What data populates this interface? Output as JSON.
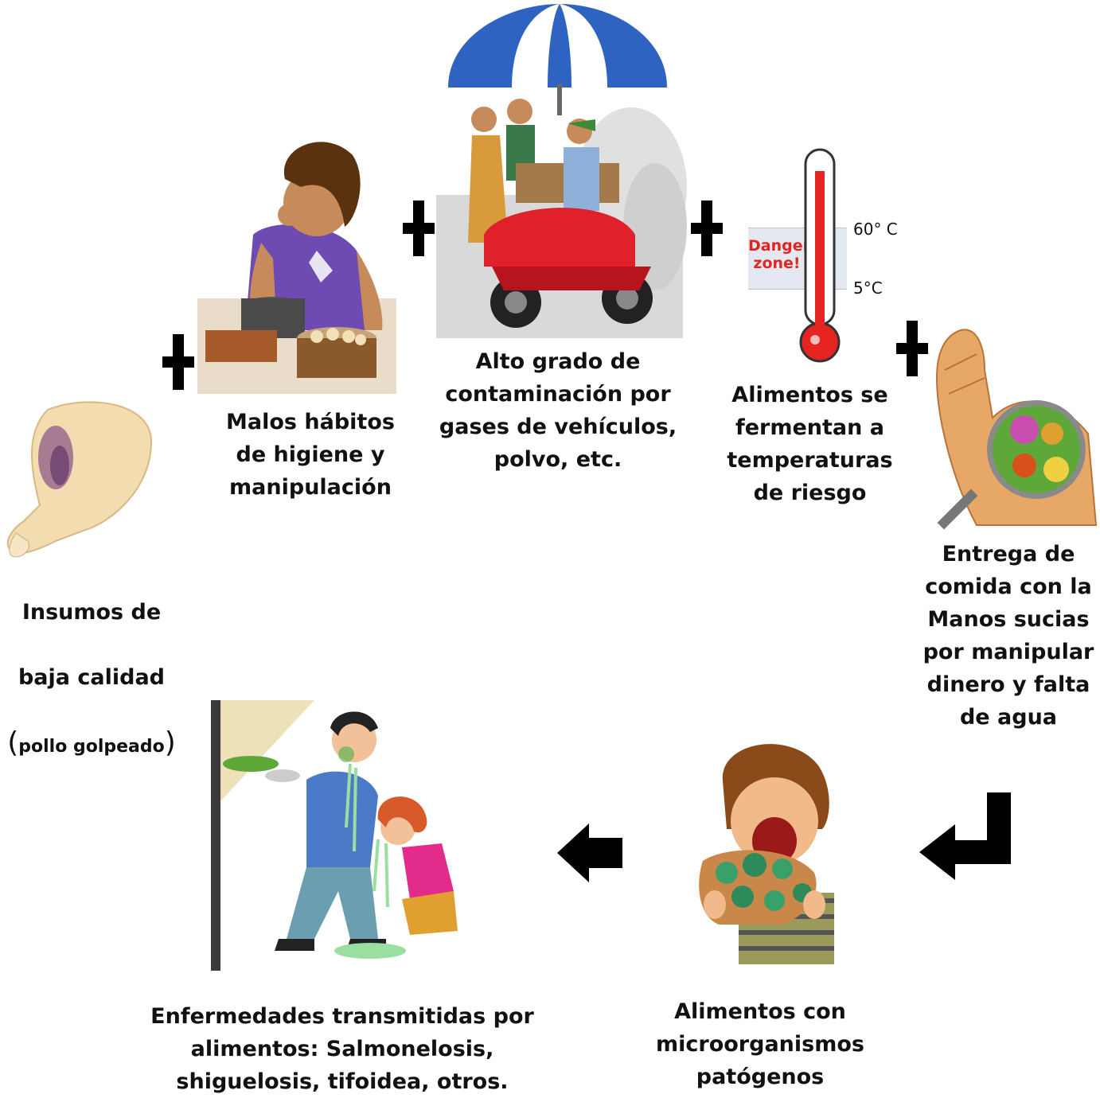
{
  "steps": {
    "insumos": {
      "line1": "Insumos de",
      "line2": "baja calidad",
      "paren_open": "(",
      "detail": "pollo golpeado",
      "paren_close": ")"
    },
    "habitos": {
      "label": "Malos hábitos\nde higiene y\nmanipulación"
    },
    "contaminacion": {
      "label": "Alto grado de\ncontaminación por\ngases de vehículos,\npolvo, etc."
    },
    "temperatura": {
      "label": "Alimentos se\nfermentan a\ntemperaturas\nde riesgo"
    },
    "entrega": {
      "label": "Entrega de\ncomida con la\nManos sucias\npor manipular\ndinero y falta\nde agua"
    },
    "microorganismos": {
      "label": "Alimentos con\nmicroorganismos\npatógenos"
    },
    "enfermedades": {
      "label": "Enfermedades transmitidas por\nalimentos: Salmonelosis,\nshiguelosis, tifoidea, otros."
    }
  },
  "thermometer": {
    "danger_line1": "Danger",
    "danger_line2": "zone!",
    "high_temp": "60° C",
    "low_temp": "5°C"
  },
  "colors": {
    "arrow": "#000000",
    "thermometer_red": "#e52421",
    "danger_text": "#e52421",
    "danger_zone": "#e4e8f0"
  }
}
